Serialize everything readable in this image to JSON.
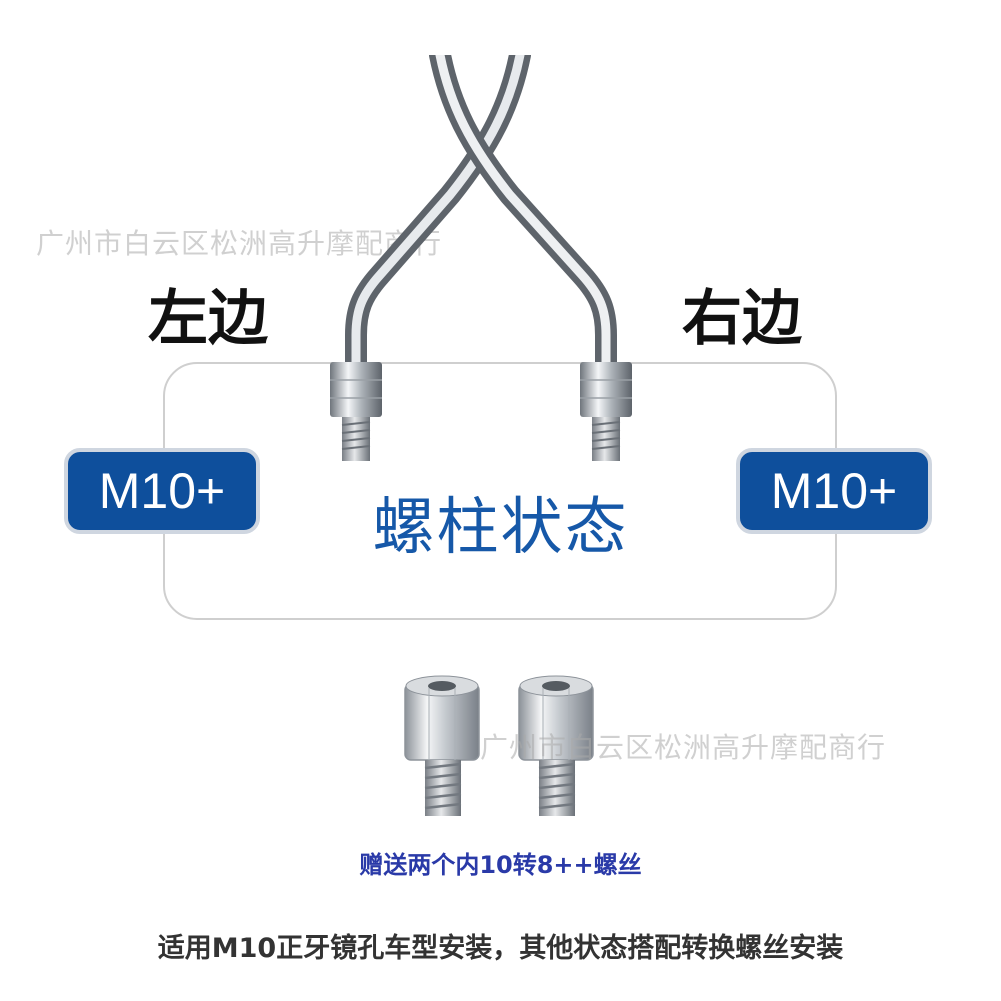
{
  "watermark": "广州市白云区松洲高升摩配商行",
  "labels": {
    "left": "左边",
    "right": "右边"
  },
  "badges": {
    "left": "M10+",
    "right": "M10+"
  },
  "center_text": "螺柱状态",
  "gift_text": "赠送两个内10转8++螺丝",
  "footer_text": "适用M10正牙镜孔车型安装，其他状态搭配转换螺丝安装",
  "colors": {
    "accent_blue": "#0e4f9c",
    "title_blue": "#1658a8",
    "gift_blue": "#2a3aa8"
  }
}
